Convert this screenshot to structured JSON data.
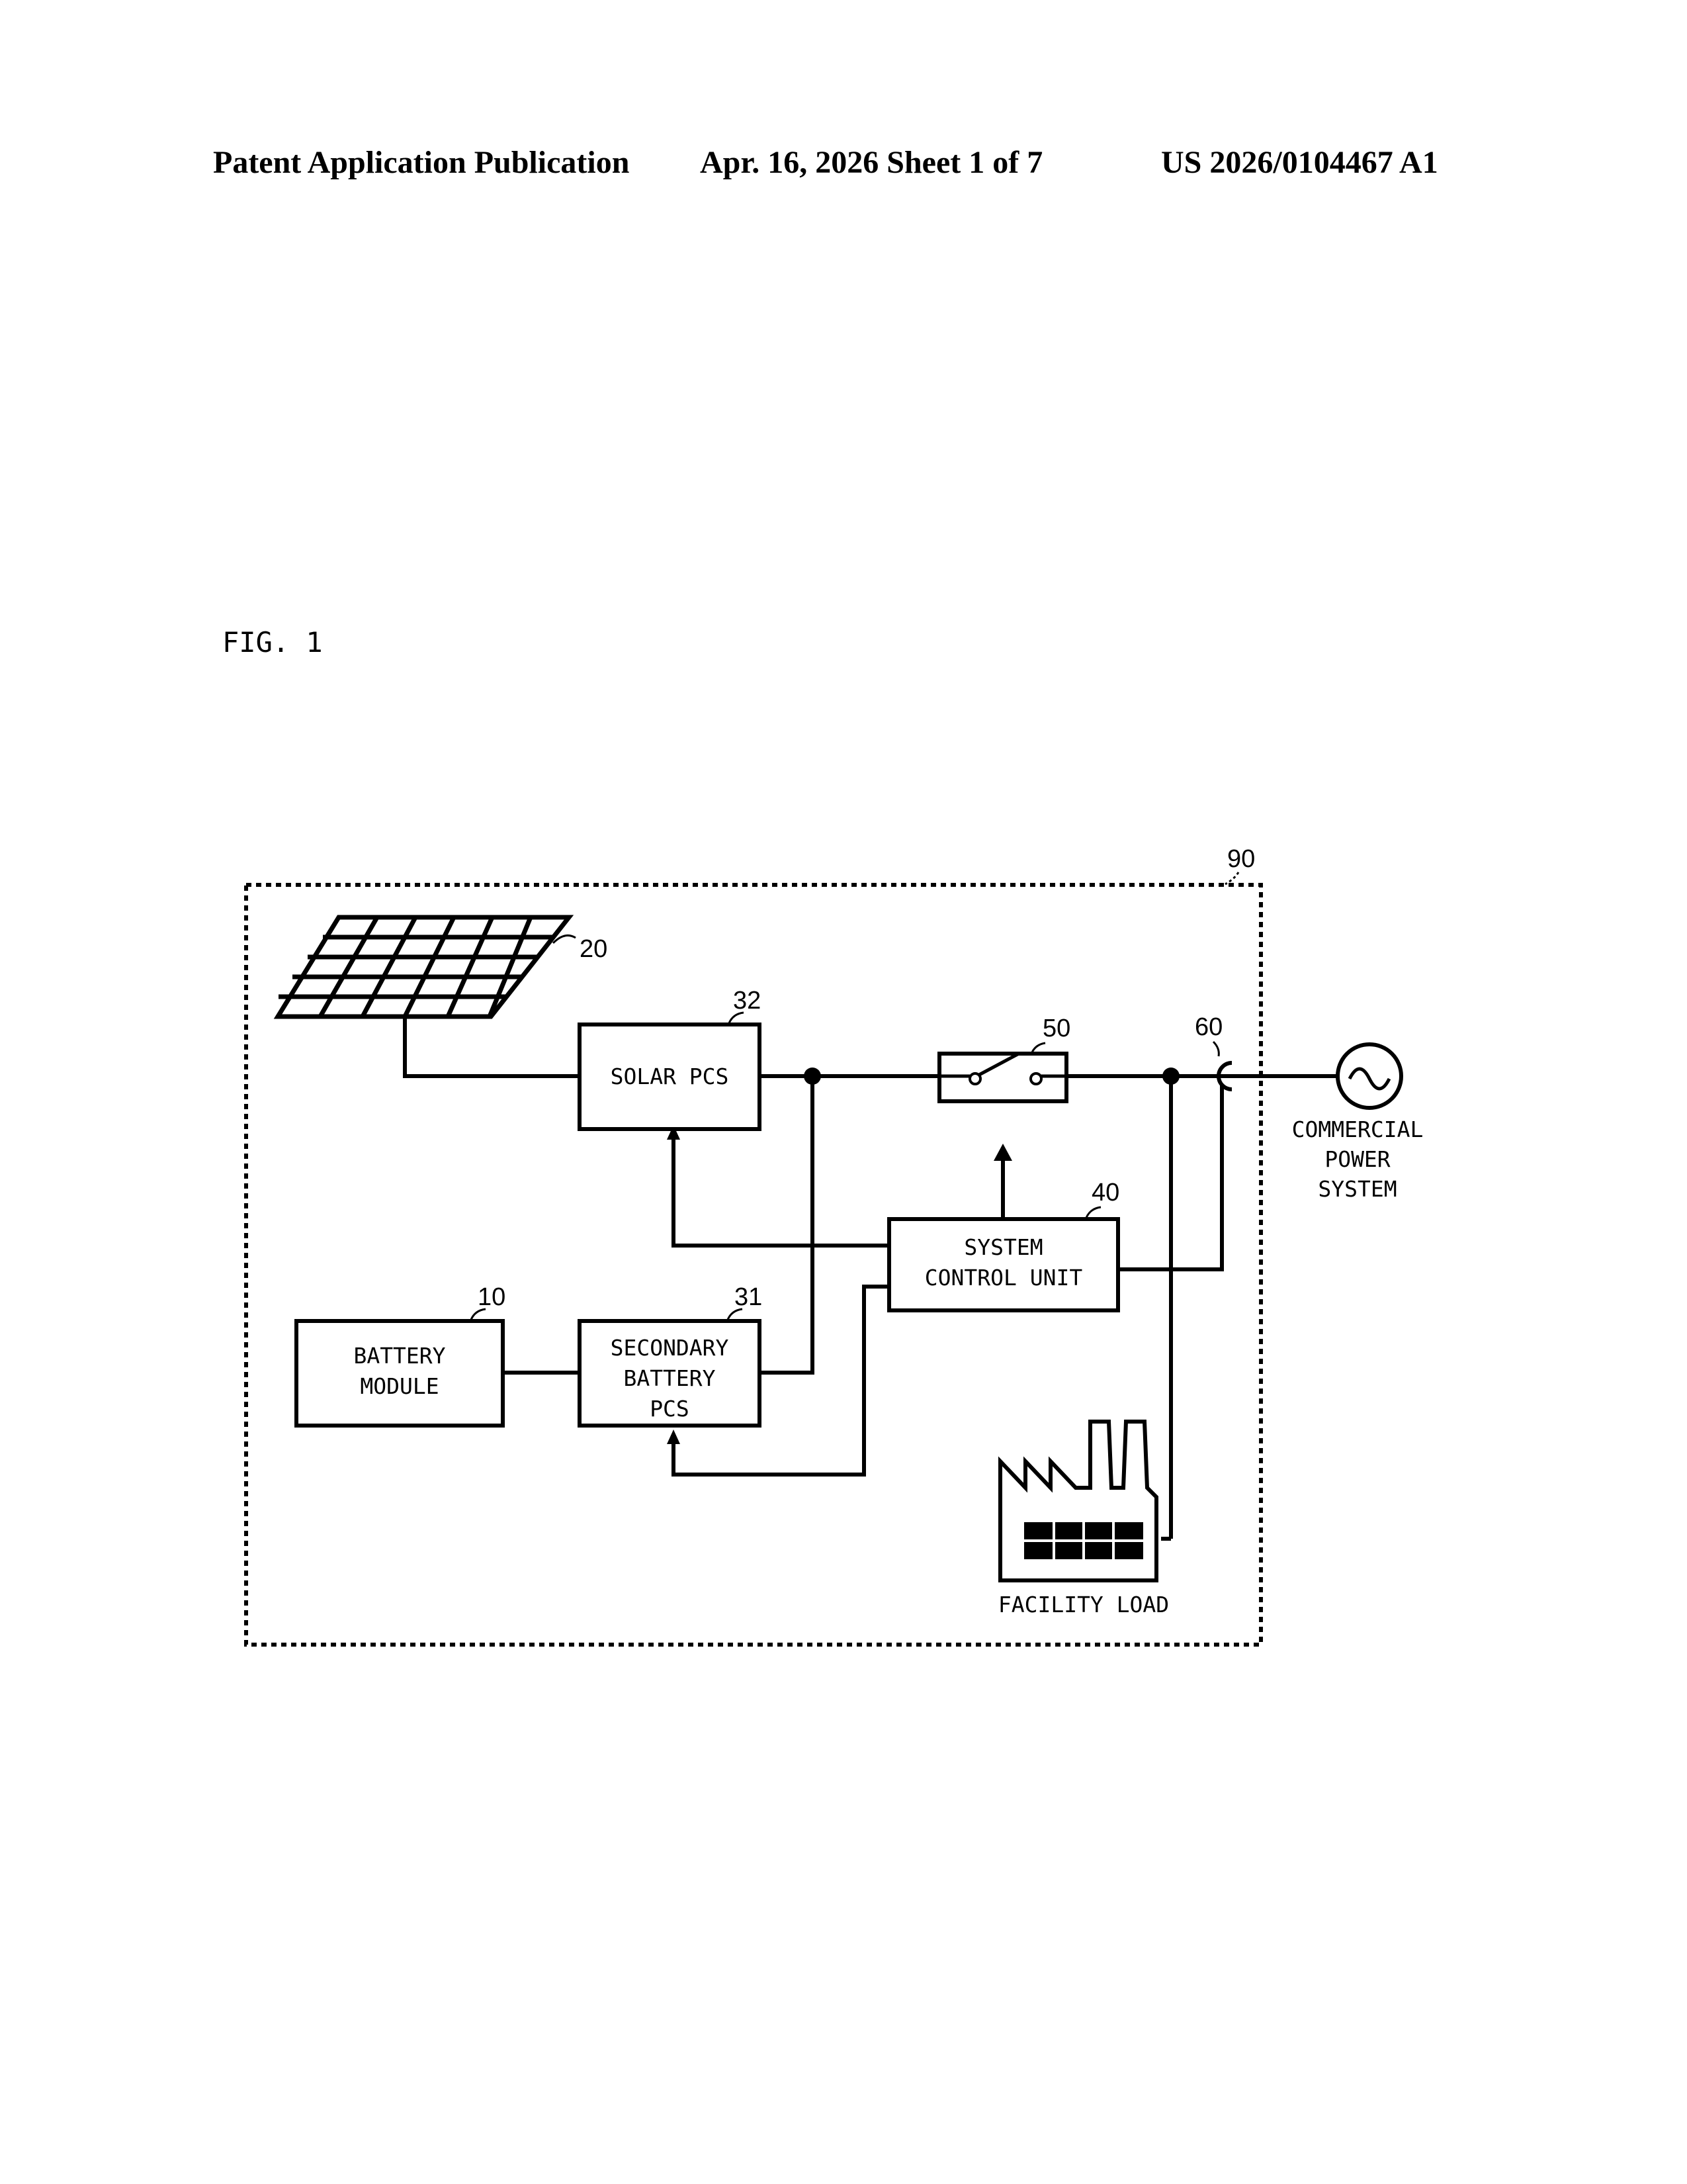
{
  "header": {
    "publication": "Patent Application Publication",
    "date_sheet": "Apr. 16, 2026  Sheet 1 of 7",
    "pub_number": "US 2026/0104467 A1"
  },
  "figure": {
    "label": "FIG. 1",
    "refs": {
      "system": "90",
      "solar_panel": "20",
      "solar_pcs": "32",
      "switch": "50",
      "sensor": "60",
      "control": "40",
      "battery": "10",
      "battery_pcs": "31"
    },
    "blocks": {
      "solar_pcs": "SOLAR PCS",
      "system_control": [
        "SYSTEM",
        "CONTROL UNIT"
      ],
      "battery_module": [
        "BATTERY",
        "MODULE"
      ],
      "secondary_battery_pcs": [
        "SECONDARY",
        "BATTERY",
        "PCS"
      ]
    },
    "labels": {
      "commercial": [
        "COMMERCIAL",
        "POWER",
        "SYSTEM"
      ],
      "facility_load": "FACILITY LOAD"
    }
  }
}
